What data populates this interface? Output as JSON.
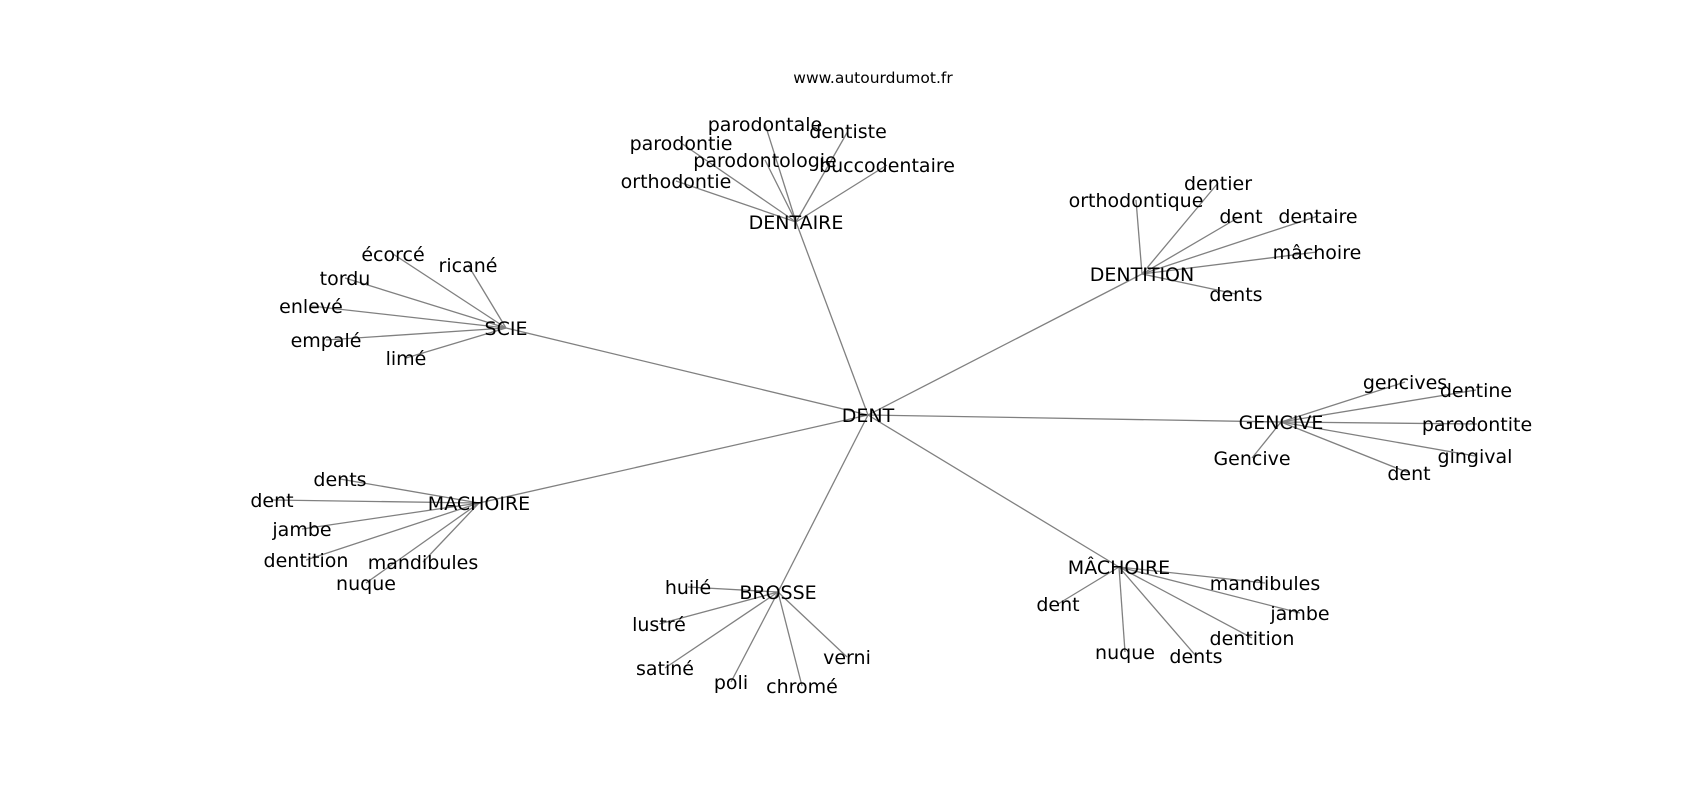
{
  "site_label": "www.autourdumot.fr",
  "center": "DENT",
  "clusters": [
    {
      "hub": "DENTAIRE",
      "leaves": [
        "parodontale",
        "dentiste",
        "parodontie",
        "parodontologie",
        "buccodentaire",
        "orthodontie"
      ]
    },
    {
      "hub": "DENTITION",
      "leaves": [
        "dentier",
        "orthodontique",
        "dent",
        "dentaire",
        "mâchoire",
        "dents"
      ]
    },
    {
      "hub": "SCIE",
      "leaves": [
        "écorcé",
        "ricané",
        "tordu",
        "enlevé",
        "empalé",
        "limé"
      ]
    },
    {
      "hub": "GENCIVE",
      "leaves": [
        "gencives",
        "dentine",
        "parodontite",
        "gingival",
        "dent",
        "Gencive"
      ]
    },
    {
      "hub": "MACHOIRE",
      "leaves": [
        "dents",
        "dent",
        "jambe",
        "dentition",
        "mandibules",
        "nuque"
      ]
    },
    {
      "hub": "BROSSE",
      "leaves": [
        "huilé",
        "lustré",
        "satiné",
        "poli",
        "chromé",
        "verni"
      ]
    },
    {
      "hub": "MÂCHOIRE",
      "leaves": [
        "mandibules",
        "jambe",
        "dentition",
        "dents",
        "nuque",
        "dent"
      ]
    }
  ]
}
